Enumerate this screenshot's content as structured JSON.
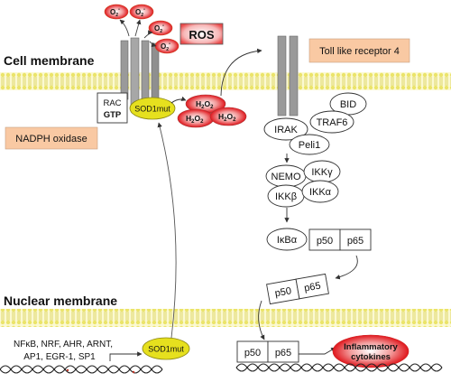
{
  "labels": {
    "cell_membrane": "Cell membrane",
    "nuclear_membrane": "Nuclear membrane",
    "ros": "ROS",
    "tlr4": "Toll like receptor 4",
    "nadph_oxidase": "NADPH oxidase",
    "rac": "RAC",
    "gtp": "GTP",
    "sod1mut": "SOD1mut",
    "superoxide": "O",
    "superoxide_sup": "2",
    "superoxide_charge": "-",
    "h2o2_main": "H",
    "h2o2_sub": "2",
    "h2o2_o": "O",
    "irak": "IRAK",
    "bid": "BID",
    "traf6": "TRAF6",
    "peli1": "Peli1",
    "nemo": "NEMO",
    "ikkg": "IKKγ",
    "ikkb": "IKKβ",
    "ikka": "IKKα",
    "ikba": "IκBα",
    "p50": "p50",
    "p65": "p65",
    "tf_line1": "NFκB, NRF, AHR, ARNT,",
    "tf_line2": "AP1, EGR-1, SP1",
    "inflammatory_1": "Inflammatory",
    "inflammatory_2": "cytokines"
  },
  "colors": {
    "membrane_fill": "#f3f09a",
    "membrane_line": "#c9c230",
    "receptor": "#9a9a9a",
    "ros_red": "#e8262a",
    "label_box": "#f9c9a3",
    "sod_yellow": "#e6e01e",
    "dna": "#222222"
  }
}
